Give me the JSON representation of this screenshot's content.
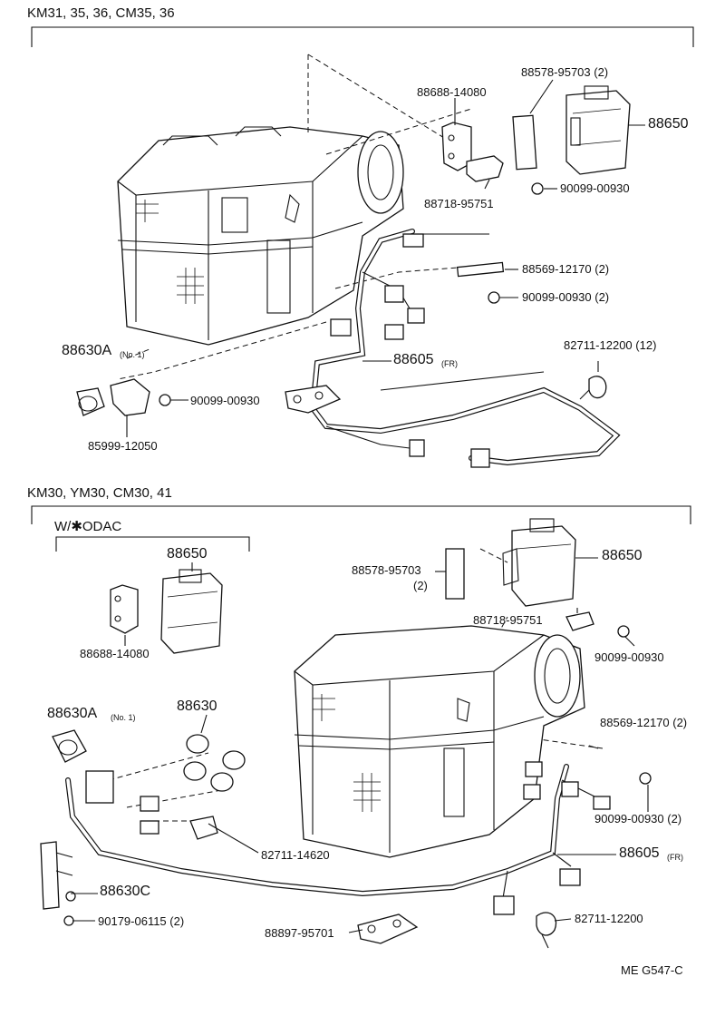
{
  "sections": {
    "top_header": "KM31, 35, 36, CM35, 36",
    "bottom_header": "KM30, YM30, CM30, 41",
    "subgroup": "W/✱ODAC"
  },
  "top_labels": {
    "p1": "88578-95703 (2)",
    "p2": "88688-14080",
    "p3": "88650",
    "p4": "88718-95751",
    "p5": "90099-00930",
    "p6": "88569-12170 (2)",
    "p7": "90099-00930 (2)",
    "p8": "88630A",
    "p8_note": "(No. 1)",
    "p9": "88605",
    "p9_note": "(FR)",
    "p10": "82711-12200 (12)",
    "p11": "90099-00930",
    "p12": "85999-12050"
  },
  "bottom_labels": {
    "b1": "88650",
    "b2": "88578-95703",
    "b2_qty": "(2)",
    "b3": "88650",
    "b4": "88688-14080",
    "b5": "88718-95751",
    "b6": "90099-00930",
    "b7": "88630A",
    "b7_note": "(No. 1)",
    "b8": "88630",
    "b9": "88569-12170 (2)",
    "b10": "90099-00930 (2)",
    "b11": "82711-14620",
    "b12": "88605",
    "b12_note": "(FR)",
    "b13": "88630C",
    "b14": "90179-06115 (2)",
    "b15": "88897-95701",
    "b16": "82711-12200"
  },
  "footer": {
    "code": "ME  G547-C"
  },
  "icons": [
    "heater-unit-icon",
    "computer-module-icon",
    "bracket-icon",
    "clamp-icon",
    "bolt-icon",
    "sensor-icon",
    "wire-harness-icon",
    "grommet-icon",
    "clip-icon",
    "relay-icon"
  ]
}
